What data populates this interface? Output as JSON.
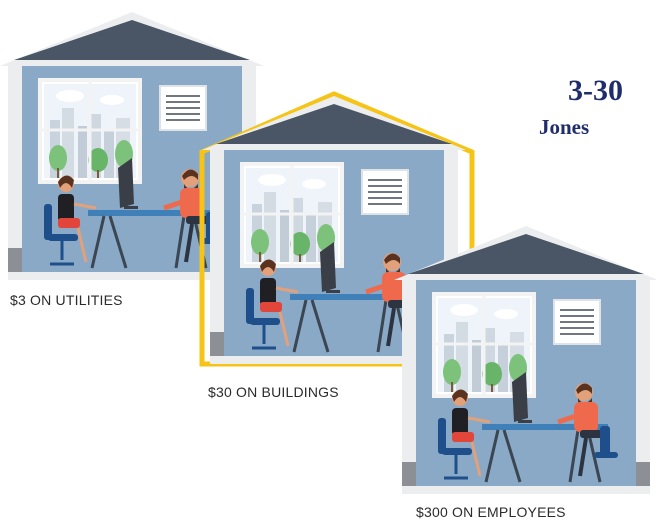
{
  "heading": {
    "line1": "3-30",
    "line2": "Jones"
  },
  "houses": [
    {
      "caption": "$3 ON UTILITIES",
      "roof_color": "#4a5665",
      "highlight": false
    },
    {
      "caption": "$30 ON BUILDINGS",
      "roof_color": "#4a5665",
      "highlight": true,
      "outline_color": "#f6c417"
    },
    {
      "caption": "$300 ON EMPLOYEES",
      "roof_color": "#4a5665",
      "highlight": false
    }
  ],
  "colors": {
    "wall": "#8aa9c6",
    "frame": "#ecedee",
    "window": "#ffffff",
    "desk": "#3f80b9",
    "chair": "#1f4f8a",
    "accent_highlight": "#f6c417",
    "heading": "#1f2d6b"
  }
}
